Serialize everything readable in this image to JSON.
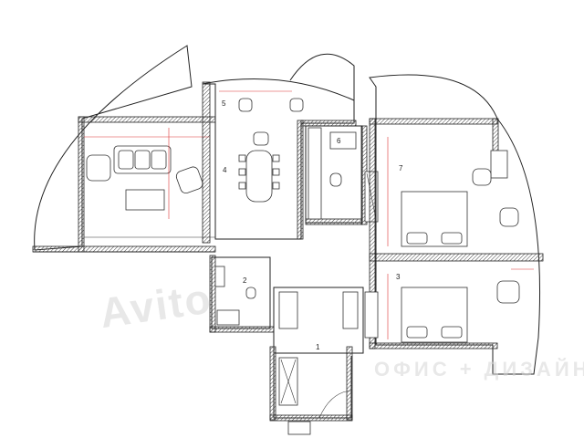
{
  "rooms": [
    {
      "id": "1",
      "label": "1"
    },
    {
      "id": "2",
      "label": "2"
    },
    {
      "id": "3",
      "label": "3"
    },
    {
      "id": "4",
      "label": "4"
    },
    {
      "id": "5",
      "label": "5"
    },
    {
      "id": "6",
      "label": "6"
    },
    {
      "id": "7",
      "label": "7"
    }
  ],
  "watermark": {
    "brand": "Avito",
    "sub": "ОФИС + ДИЗАЙН"
  },
  "colors": {
    "walls": "#222222",
    "dimensions": "#dd3333",
    "background": "#ffffff"
  }
}
